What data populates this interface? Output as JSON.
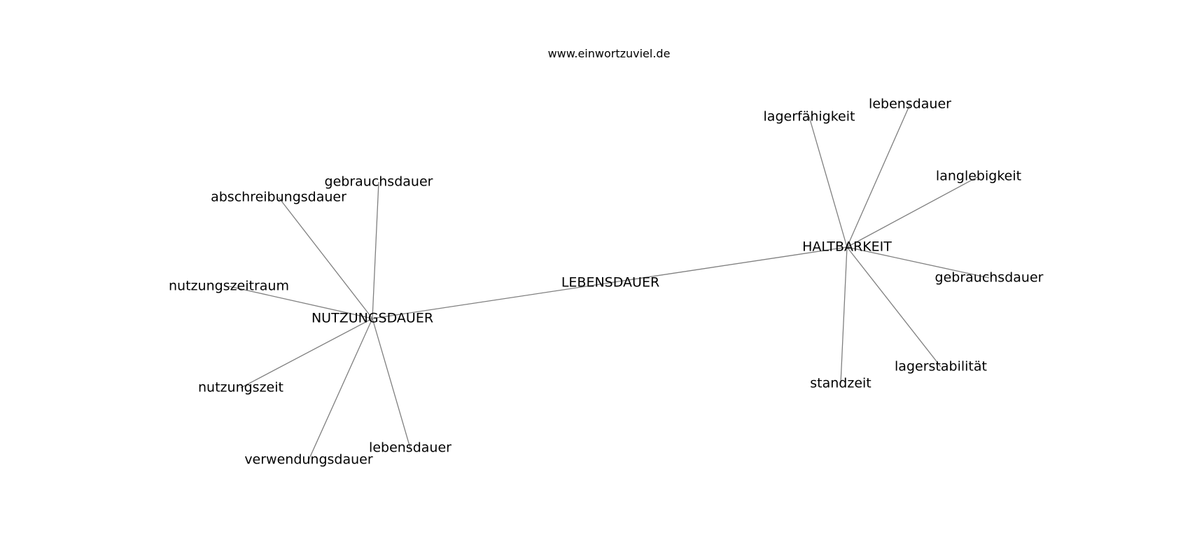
{
  "watermark": "www.einwortzuviel.de",
  "graph": {
    "edge_color": "#7f7f7f",
    "text_color": "#000000",
    "nodes": [
      {
        "id": "lebensdauer_main",
        "label": "LEBENSDAUER"
      },
      {
        "id": "nutzungsdauer",
        "label": "NUTZUNGSDAUER"
      },
      {
        "id": "haltbarkeit",
        "label": "HALTBARKEIT"
      },
      {
        "id": "abschreibungsdauer",
        "label": "abschreibungsdauer"
      },
      {
        "id": "gebrauchsdauer_1",
        "label": "gebrauchsdauer"
      },
      {
        "id": "nutzungszeitraum",
        "label": "nutzungszeitraum"
      },
      {
        "id": "nutzungszeit",
        "label": "nutzungszeit"
      },
      {
        "id": "verwendungsdauer",
        "label": "verwendungsdauer"
      },
      {
        "id": "lebensdauer_1",
        "label": "lebensdauer"
      },
      {
        "id": "lagerfaehigkeit",
        "label": "lagerfähigkeit"
      },
      {
        "id": "lebensdauer_2",
        "label": "lebensdauer"
      },
      {
        "id": "langlebigkeit",
        "label": "langlebigkeit"
      },
      {
        "id": "gebrauchsdauer_2",
        "label": "gebrauchsdauer"
      },
      {
        "id": "lagerstabilitaet",
        "label": "lagerstabilität"
      },
      {
        "id": "standzeit",
        "label": "standzeit"
      }
    ],
    "edges": [
      [
        "nutzungsdauer",
        "haltbarkeit"
      ],
      [
        "nutzungsdauer",
        "abschreibungsdauer"
      ],
      [
        "nutzungsdauer",
        "gebrauchsdauer_1"
      ],
      [
        "nutzungsdauer",
        "nutzungszeitraum"
      ],
      [
        "nutzungsdauer",
        "nutzungszeit"
      ],
      [
        "nutzungsdauer",
        "verwendungsdauer"
      ],
      [
        "nutzungsdauer",
        "lebensdauer_1"
      ],
      [
        "haltbarkeit",
        "lagerfaehigkeit"
      ],
      [
        "haltbarkeit",
        "lebensdauer_2"
      ],
      [
        "haltbarkeit",
        "langlebigkeit"
      ],
      [
        "haltbarkeit",
        "gebrauchsdauer_2"
      ],
      [
        "haltbarkeit",
        "lagerstabilitaet"
      ],
      [
        "haltbarkeit",
        "standzeit"
      ]
    ]
  }
}
